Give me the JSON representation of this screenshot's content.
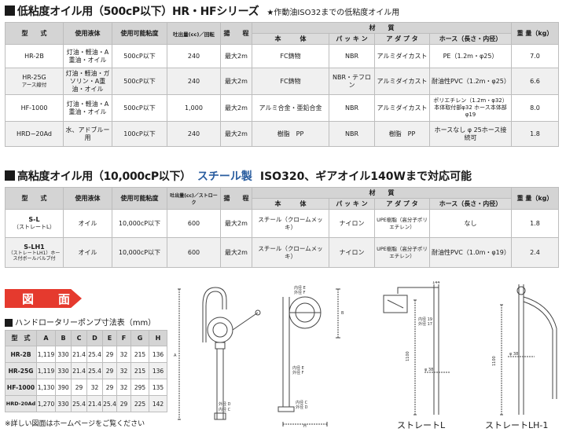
{
  "section1": {
    "title": "低粘度オイル用（500cP以下）HR・HFシリーズ",
    "note": "★作動油ISO32までの低粘度オイル用"
  },
  "table1": {
    "headers": {
      "model": "型　　式",
      "fluid": "使用液体",
      "viscosity": "使用可能粘度",
      "discharge": "吐出量(cc)／回転",
      "lift": "揚　　程",
      "material": "材　　質",
      "body": "本　　　体",
      "packing": "パ ッ キ ン",
      "adapter": "ア ダ プ タ",
      "hose": "ホース（長さ・内径）",
      "weight": "重 量（kg）"
    },
    "rows": [
      {
        "model": "HR-2B",
        "model_sub": "",
        "fluid": "灯油・軽油・A重油・オイル",
        "viscosity": "500cP以下",
        "discharge": "240",
        "lift": "最大2m",
        "body": "FC鋳物",
        "packing": "NBR",
        "adapter": "アルミダイカスト",
        "hose": "PE（1.2m・φ25）",
        "weight": "7.0"
      },
      {
        "model": "HR-25G",
        "model_sub": "アース線付",
        "fluid": "灯油・軽油・ガソリン・A重油・オイル",
        "viscosity": "500cP以下",
        "discharge": "240",
        "lift": "最大2m",
        "body": "FC鋳物",
        "packing": "NBR・テフロン",
        "adapter": "アルミダイカスト",
        "hose": "耐油性PVC（1.2m・φ25）",
        "weight": "6.6"
      },
      {
        "model": "HF-1000",
        "model_sub": "",
        "fluid": "灯油・軽油・A重油・オイル",
        "viscosity": "500cP以下",
        "discharge": "1,000",
        "lift": "最大2m",
        "body": "アルミ合金・亜鉛合金",
        "packing": "NBR",
        "adapter": "アルミダイカスト",
        "hose": "ポリエチレン（1.2m・φ32）本体取付部φ32 ホース本体部φ19",
        "weight": "8.0"
      },
      {
        "model": "HRD−20Ad",
        "model_sub": "",
        "fluid": "水、アドブルー用",
        "viscosity": "100cP以下",
        "discharge": "240",
        "lift": "最大2m",
        "body": "樹脂　PP",
        "packing": "NBR",
        "adapter": "樹脂　PP",
        "hose": "ホースなし φ 25ホース接続可",
        "weight": "1.8"
      }
    ]
  },
  "section2": {
    "title": "高粘度オイル用（10,000cP以下）",
    "steel": "スチール製",
    "iso": "ISO320、ギアオイル140Wまで対応可能"
  },
  "table2": {
    "headers": {
      "model": "型　　式",
      "fluid": "使用液体",
      "viscosity": "使用可能粘度",
      "discharge": "吐出量(cc)／ストローク",
      "lift": "揚　　程",
      "material": "材　　質",
      "body": "本　　　体",
      "packing": "パ ッ キ ン",
      "adapter": "ア ダ プ タ",
      "hose": "ホース（長さ・内径）",
      "weight": "重 量（kg）"
    },
    "rows": [
      {
        "model": "S-L",
        "model_sub": "（ストレートL）",
        "fluid": "オイル",
        "viscosity": "10,000cP以下",
        "discharge": "600",
        "lift": "最大2m",
        "body": "スチール（クロームメッキ）",
        "packing": "ナイロン",
        "adapter": "UPE樹脂（高分子ポリエチレン）",
        "hose": "なし",
        "weight": "1.8"
      },
      {
        "model": "S-LH1",
        "model_sub": "（ストレートLH1）ホース付ボールバルブ付",
        "fluid": "オイル",
        "viscosity": "10,000cP以下",
        "discharge": "600",
        "lift": "最大2m",
        "body": "スチール（クロームメッキ）",
        "packing": "ナイロン",
        "adapter": "UPE樹脂（高分子ポリエチレン）",
        "hose": "耐油性PVC（1.0m・φ19）",
        "weight": "2.4"
      }
    ]
  },
  "drawing_section": {
    "badge": "図　面",
    "dim_title": "ハンドロータリーポンプ寸法表（mm）",
    "dim_headers": [
      "型　式",
      "A",
      "B",
      "C",
      "D",
      "E",
      "F",
      "G",
      "H"
    ],
    "dim_rows": [
      [
        "HR-2B",
        "1,119",
        "330",
        "21.4",
        "25.4",
        "29",
        "32",
        "215",
        "136"
      ],
      [
        "HR-25G",
        "1,119",
        "330",
        "21.4",
        "25.4",
        "29",
        "32",
        "215",
        "136"
      ],
      [
        "HF-1000",
        "1,130",
        "390",
        "29",
        "32",
        "29",
        "32",
        "295",
        "135"
      ],
      [
        "HRD-20Ad",
        "1,270",
        "330",
        "25.4",
        "21.4",
        "25.4",
        "29",
        "225",
        "142"
      ]
    ],
    "footnote": "※詳しい図面はホームページをご覧ください",
    "captions": {
      "straight_l": "ストレートL",
      "straight_lh1": "ストレートLH-1"
    },
    "labels": {
      "a": "A",
      "b": "B",
      "c": "C",
      "d": "D",
      "e": "E",
      "f": "F",
      "g": "G",
      "h": "H",
      "outer_d": "外径 D",
      "inner_c": "内径 C",
      "inner_e": "内径 E",
      "outer_f": "外径 F",
      "inner_e2": "内径 E",
      "outer_f2": "外径 F",
      "inner_c2": "内径 C",
      "outer_d2": "外径 D",
      "dim_144": "144",
      "dim_1100": "1100",
      "dim_38": "φ 38",
      "inner_19": "内径 19",
      "outer_17": "外径 17",
      "dim_1100b": "1100",
      "dim_38b": "φ 38"
    }
  }
}
